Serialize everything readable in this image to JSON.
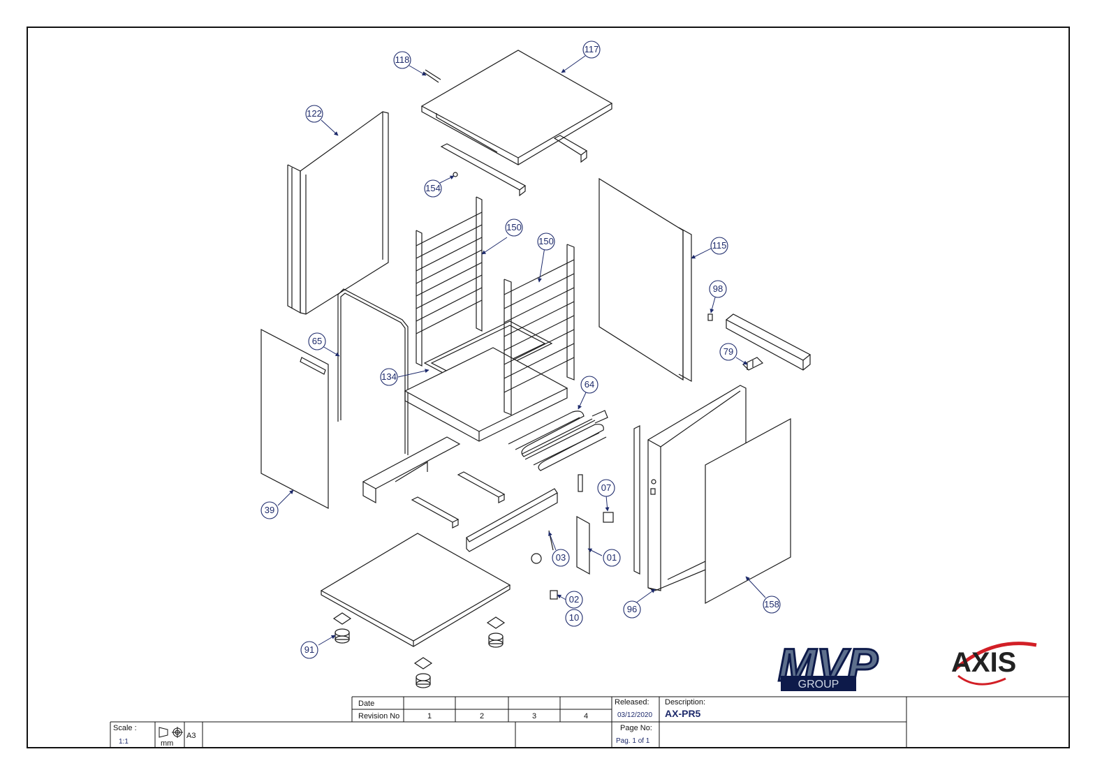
{
  "balloons": [
    {
      "id": "b118",
      "label": "118"
    },
    {
      "id": "b117",
      "label": "117"
    },
    {
      "id": "b122",
      "label": "122"
    },
    {
      "id": "b154",
      "label": "154"
    },
    {
      "id": "b150a",
      "label": "150"
    },
    {
      "id": "b150b",
      "label": "150"
    },
    {
      "id": "b115",
      "label": "115"
    },
    {
      "id": "b98",
      "label": "98"
    },
    {
      "id": "b79",
      "label": "79"
    },
    {
      "id": "b65",
      "label": "65"
    },
    {
      "id": "b134",
      "label": "134"
    },
    {
      "id": "b64",
      "label": "64"
    },
    {
      "id": "b39",
      "label": "39"
    },
    {
      "id": "b07",
      "label": "07"
    },
    {
      "id": "b03",
      "label": "03"
    },
    {
      "id": "b01",
      "label": "01"
    },
    {
      "id": "b02",
      "label": "02"
    },
    {
      "id": "b10",
      "label": "10"
    },
    {
      "id": "b96",
      "label": "96"
    },
    {
      "id": "b158",
      "label": "158"
    },
    {
      "id": "b91",
      "label": "91"
    }
  ],
  "logos": {
    "mvp": {
      "text": "MVP",
      "sub": "GROUP",
      "colors": {
        "fill": "#5d6f8c",
        "outline": "#0d1a4a"
      }
    },
    "axis": {
      "text": "AXIS",
      "colors": {
        "text": "#222222",
        "swoosh": "#d21f26"
      }
    }
  },
  "title_block": {
    "date_label": "Date",
    "revision_label": "Revision No",
    "revisions": [
      "1",
      "2",
      "3",
      "4"
    ],
    "released_label": "Released:",
    "released_value": "03/12/2020",
    "description_label": "Description:",
    "description_value": "AX-PR5",
    "scale_label": "Scale :",
    "scale_value": "1:1",
    "unit": "mm",
    "sheet_size": "A3",
    "page_label": "Page No:",
    "page_value": "Pag. 1 of 1"
  },
  "colors": {
    "line": "#1a1a1a",
    "balloon": "#1d2a6b",
    "border": "#111111"
  }
}
